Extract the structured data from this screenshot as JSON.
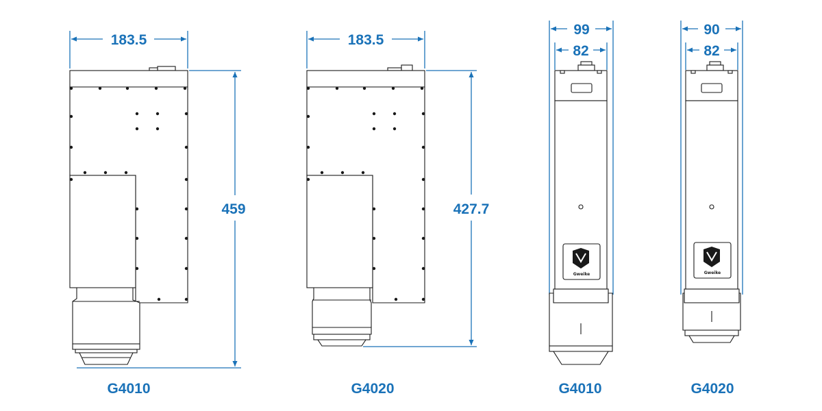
{
  "colors": {
    "dimension": "#1a72b8",
    "outline": "#1a1a1a",
    "body_fill": "#ffffff",
    "bolt": "#1a1a1a",
    "background": "#ffffff"
  },
  "views": [
    {
      "id": "g4010-side",
      "model": "G4010",
      "width_dim": "183.5",
      "height_dim": "459"
    },
    {
      "id": "g4020-side",
      "model": "G4020",
      "width_dim": "183.5",
      "height_dim": "427.7"
    },
    {
      "id": "g4010-front",
      "model": "G4010",
      "outer_width_dim": "99",
      "inner_width_dim": "82",
      "logo_text": "Gweike"
    },
    {
      "id": "g4020-front",
      "model": "G4020",
      "outer_width_dim": "90",
      "inner_width_dim": "82",
      "logo_text": "Gweike"
    }
  ]
}
